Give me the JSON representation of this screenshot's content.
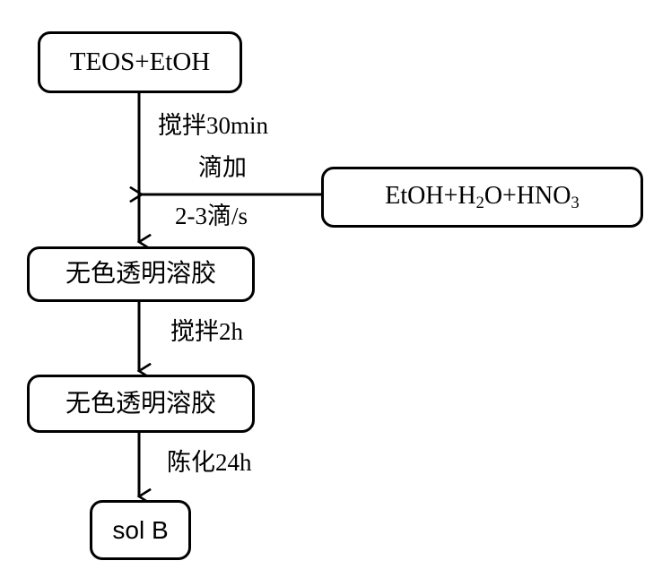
{
  "diagram": {
    "title": "Sol B preparation flowchart",
    "stroke_color": "#000000",
    "background_color": "#ffffff",
    "nodes": [
      {
        "id": "teos_etoh",
        "label": "TEOS+EtOH",
        "shape": "rounded-rectangle"
      },
      {
        "id": "sol_clear_1",
        "label": "无色透明溶胶",
        "shape": "rounded-rectangle"
      },
      {
        "id": "sol_clear_2",
        "label": "无色透明溶胶",
        "shape": "rounded-rectangle"
      },
      {
        "id": "sol_b",
        "label": "sol B",
        "shape": "rounded-rectangle"
      },
      {
        "id": "reagents",
        "label_prefix": "EtOH+H",
        "label_sub1": "2",
        "label_mid": "O+HNO",
        "label_sub2": "3",
        "shape": "rounded-rectangle"
      }
    ],
    "edge_labels": [
      {
        "id": "stir_30min",
        "text": "搅拌30min"
      },
      {
        "id": "drip",
        "text": "滴加"
      },
      {
        "id": "drip_rate",
        "text": "2-3滴/s"
      },
      {
        "id": "stir_2h",
        "text": "搅拌2h"
      },
      {
        "id": "aging_24h",
        "text": "陈化24h"
      }
    ]
  }
}
